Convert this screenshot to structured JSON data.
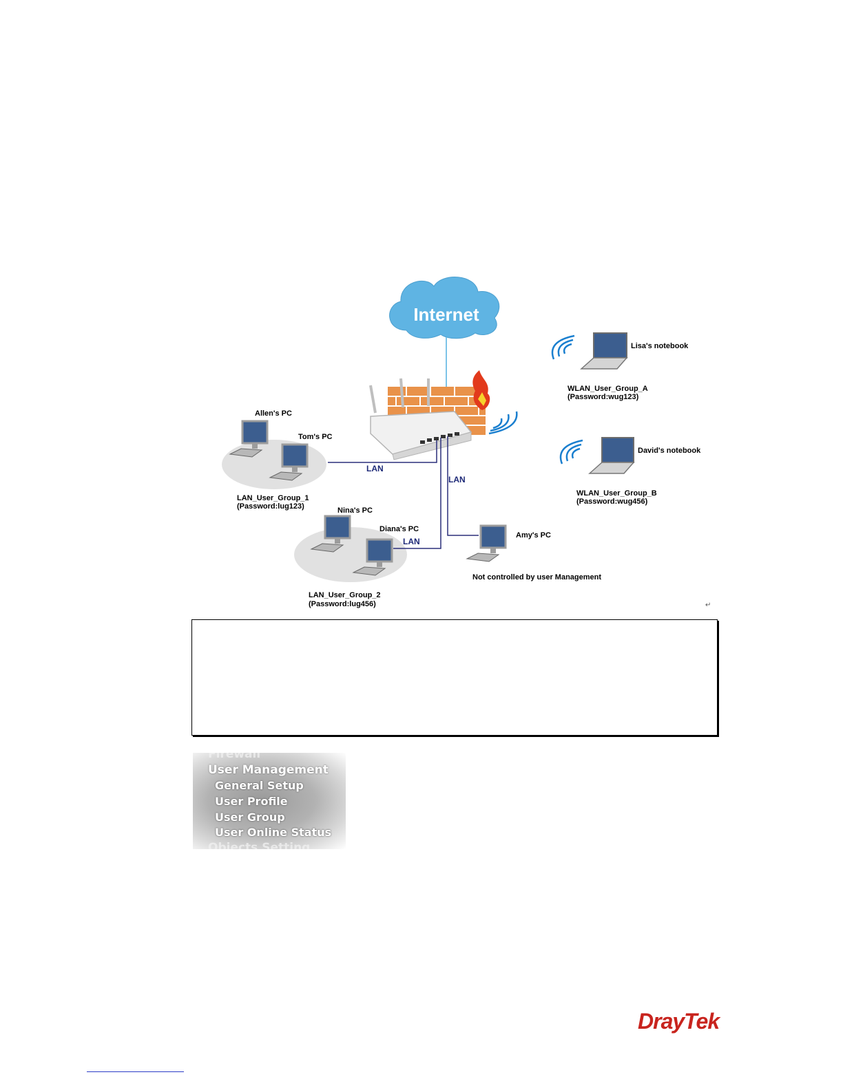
{
  "diagram": {
    "cloud": {
      "label": "Internet"
    },
    "devices": {
      "lisa": {
        "name": "Lisa's notebook",
        "group": "WLAN_User_Group_A",
        "password": "(Password:wug123)"
      },
      "david": {
        "name": "David's notebook",
        "group": "WLAN_User_Group_B",
        "password": "(Password:wug456)"
      },
      "allen": {
        "name": "Allen's PC"
      },
      "tom": {
        "name": "Tom's PC"
      },
      "group1": {
        "group": "LAN_User_Group_1",
        "password": "(Password:lug123)"
      },
      "nina": {
        "name": "Nina's PC"
      },
      "diana": {
        "name": "Diana's PC"
      },
      "group2": {
        "group": "LAN_User_Group_2",
        "password": "(Password:lug456)"
      },
      "amy": {
        "name": "Amy's PC",
        "note": "Not controlled by user Management"
      }
    },
    "links": {
      "lan1": "LAN",
      "lan2": "LAN",
      "lan3": "LAN"
    },
    "return_mark": "↵"
  },
  "menu": {
    "above_cut": "Firewall",
    "title": "User Management",
    "items": [
      "General Setup",
      "User Profile",
      "User Group",
      "User Online Status"
    ],
    "below_cut": "Objects Setting"
  },
  "logo": {
    "text": "DrayTek"
  },
  "colors": {
    "cloud": "#5fb4e3",
    "lan_line": "#2a2f7a",
    "internet_line": "#7cc3e8",
    "logo": "#c8241e",
    "brick": "#e9924a"
  }
}
